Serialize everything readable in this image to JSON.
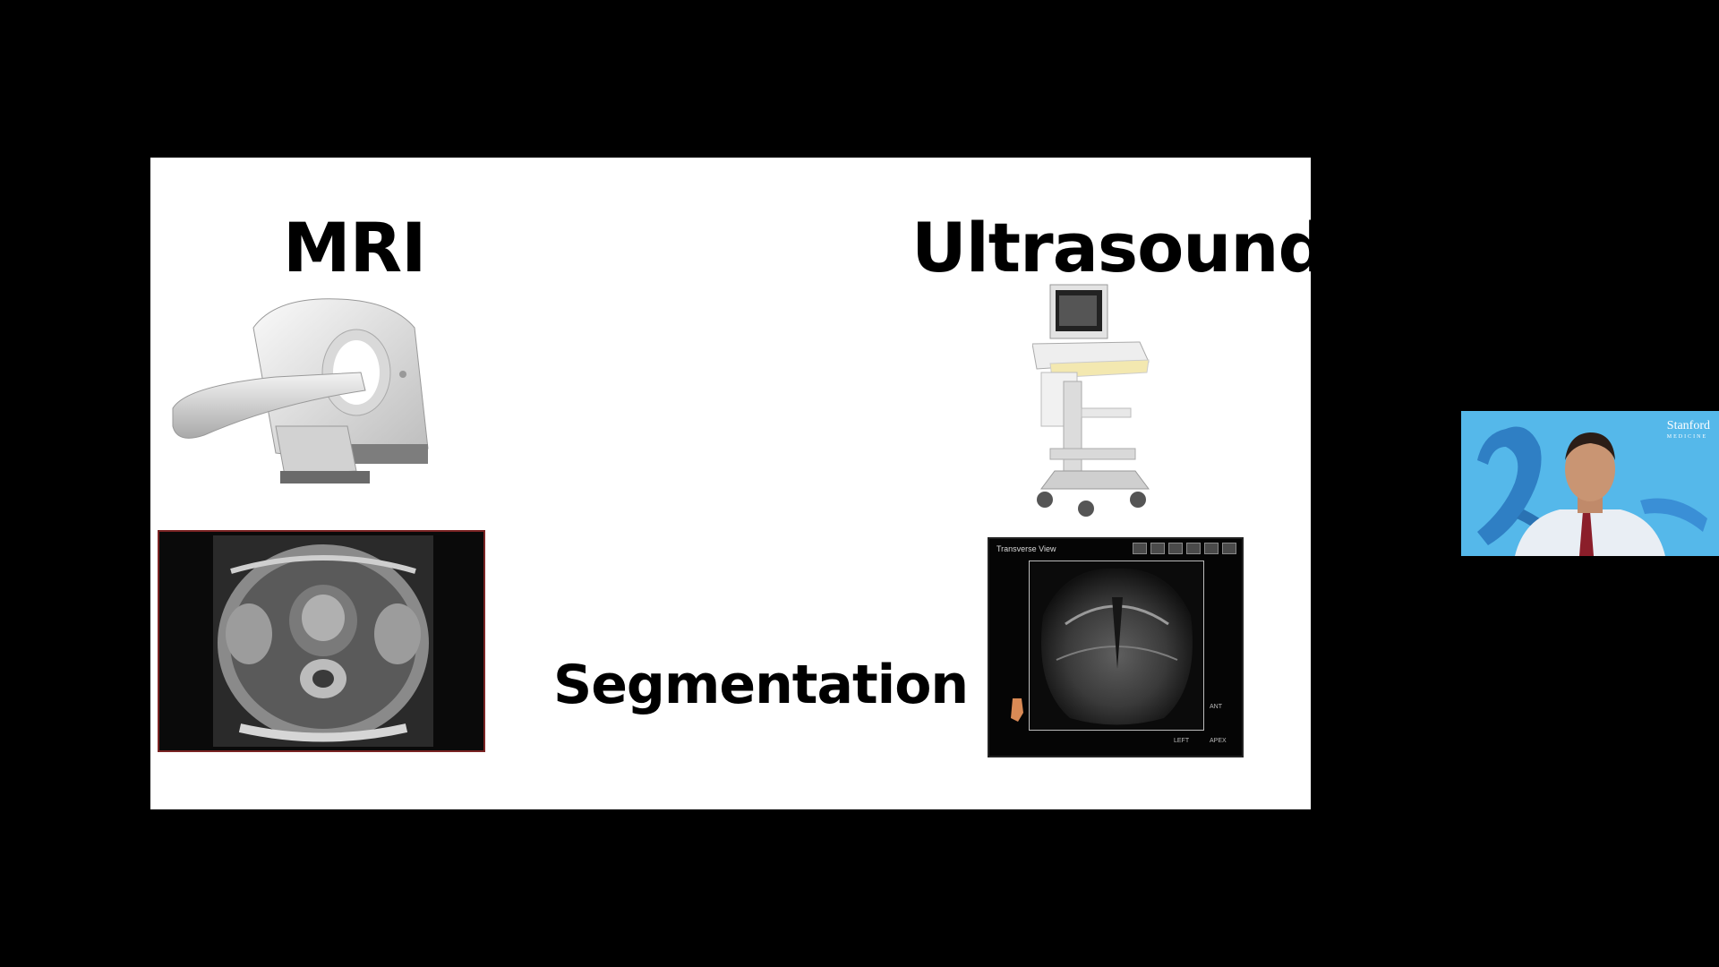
{
  "slide": {
    "mri_title": "MRI",
    "ultrasound_title": "Ultrasound",
    "segmentation_label": "Segmentation"
  },
  "ultrasound_scan": {
    "view_label": "Transverse View",
    "marker_left": "LEFT",
    "marker_apex": "APEX",
    "marker_ant": "ANT"
  },
  "webcam": {
    "logo_text": "Stanford",
    "logo_subtext": "MEDICINE"
  },
  "colors": {
    "background": "#000000",
    "slide": "#ffffff",
    "webcam_bg": "#55b8ea",
    "mri_frame": "#7a2323"
  }
}
